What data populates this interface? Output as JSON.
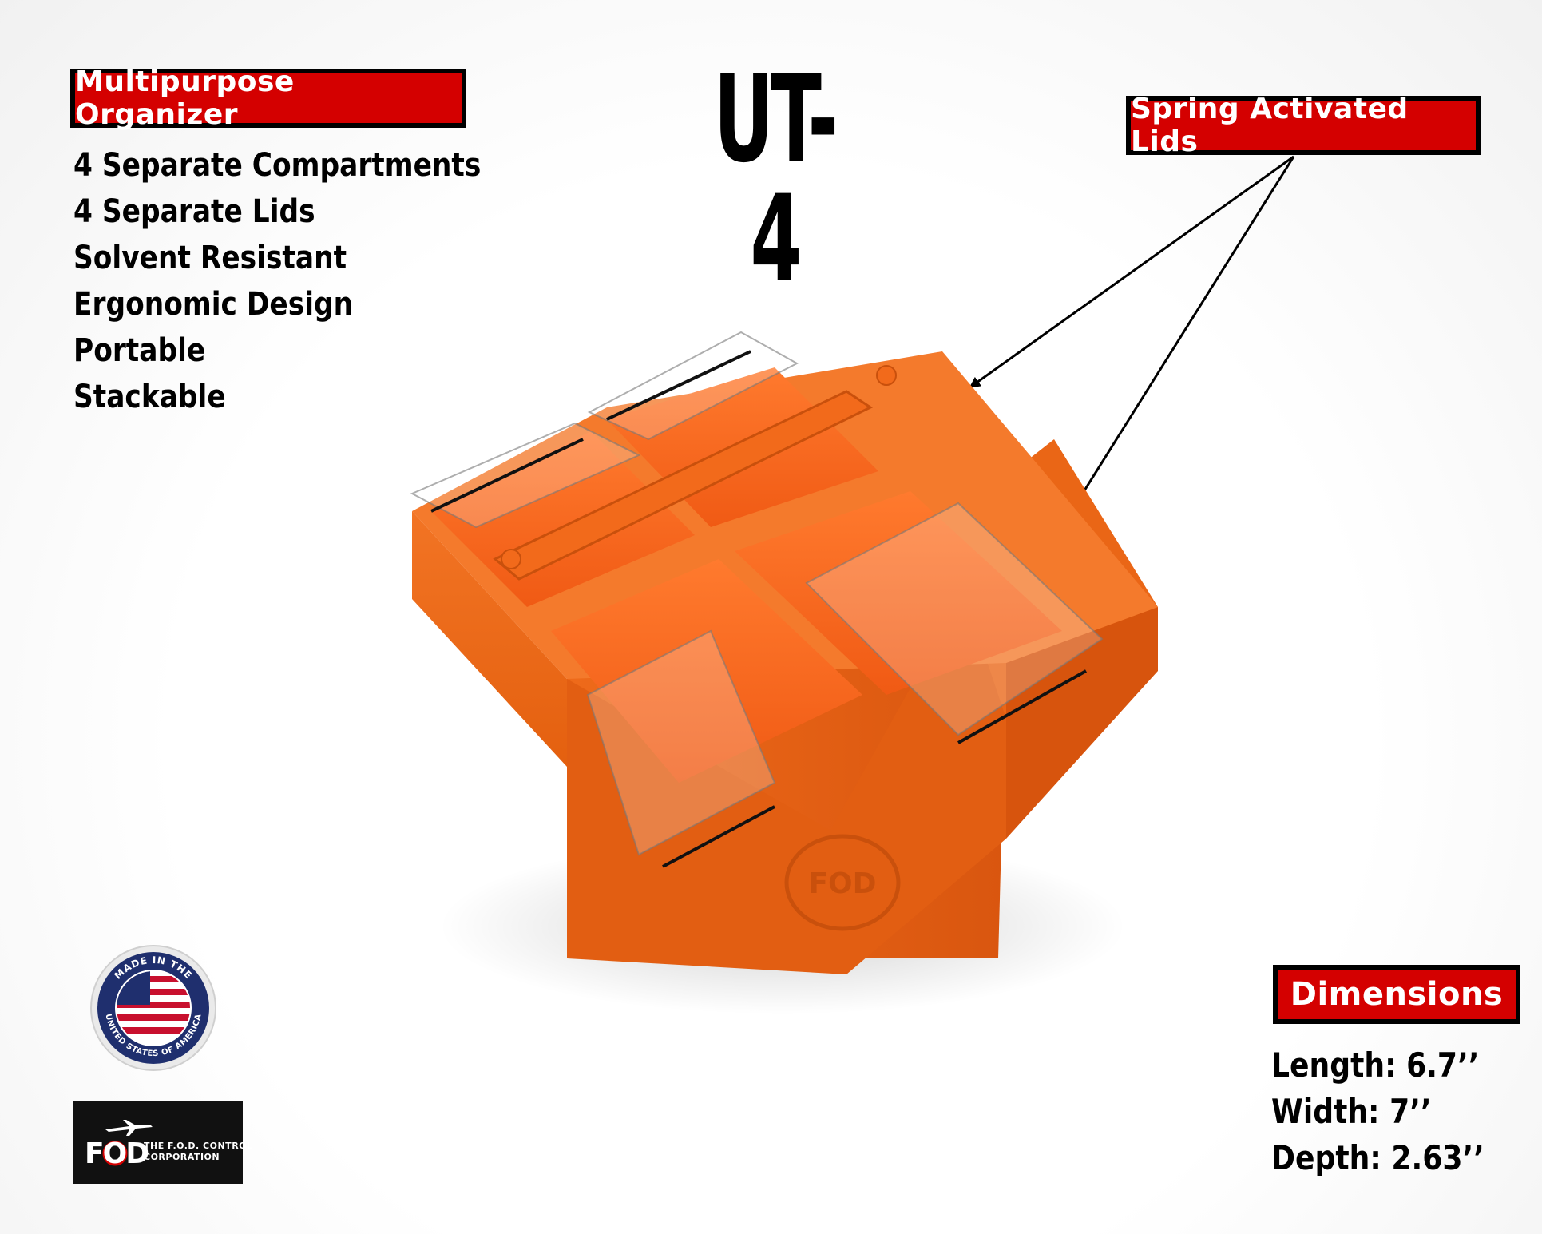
{
  "title": "UT-4",
  "left_label": "Multipurpose Organizer",
  "features": [
    "4 Separate Compartments",
    "4 Separate Lids",
    "Solvent Resistant",
    "Ergonomic Design",
    "Portable",
    "Stackable"
  ],
  "right_label": "Spring Activated Lids",
  "dimensions_label": "Dimensions",
  "dimensions": [
    "Length: 6.7’’",
    "Width: 7’’",
    "Depth: 2.63’’"
  ],
  "seal": {
    "top_text": "MADE IN THE",
    "bottom_text": "UNITED STATES OF AMERICA"
  },
  "logo": {
    "mark": "FOD",
    "line1": "THE F.O.D. CONTROL",
    "line2": "CORPORATION"
  },
  "box_emboss": "FOD",
  "colors": {
    "label_red": "#d40000",
    "product_orange": "#f26a1b",
    "product_orange_dark": "#d9560f",
    "text": "#000000"
  }
}
